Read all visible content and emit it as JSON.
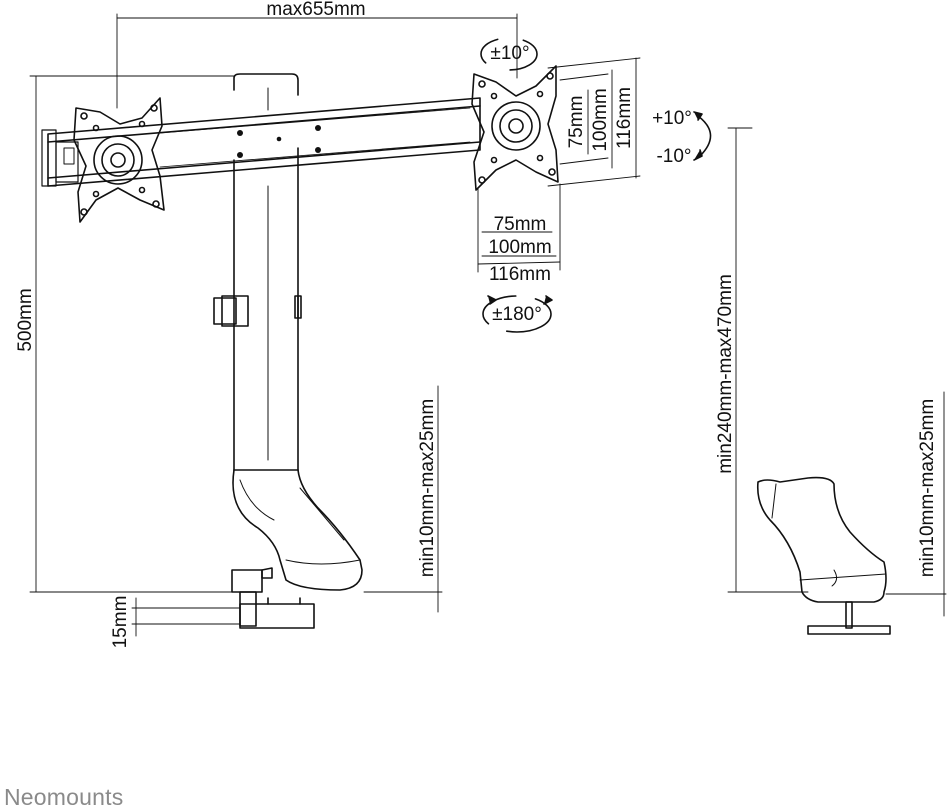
{
  "dimensions": {
    "max_width": "max655mm",
    "tilt_top": "±10°",
    "tilt_up": "+10°",
    "tilt_down": "-10°",
    "rotation": "±180°",
    "height": "500mm",
    "vesa_v_75": "75mm",
    "vesa_v_100": "100mm",
    "vesa_v_116": "116mm",
    "vesa_h_75": "75mm",
    "vesa_h_100": "100mm",
    "vesa_h_116": "116mm",
    "desk_thickness_1": "min10mm-max25mm",
    "height_range": "min240mm-max470mm",
    "desk_thickness_2": "min10mm-max25mm",
    "clamp_plate": "15mm"
  },
  "brand": {
    "name": "Neomounts"
  },
  "colors": {
    "line": "#111111",
    "brand": "#8a8a8a",
    "background": "#ffffff"
  }
}
